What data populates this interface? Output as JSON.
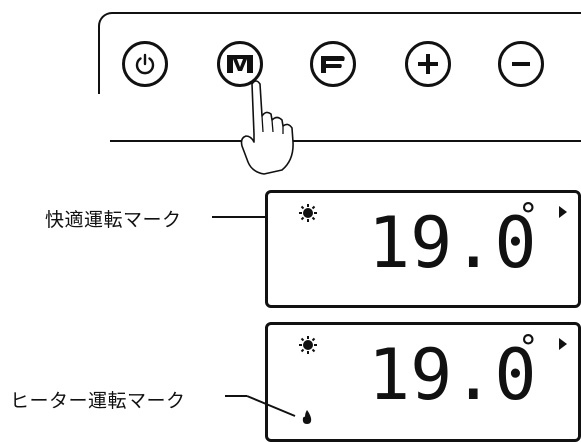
{
  "control_panel": {
    "buttons": [
      {
        "name": "power-button",
        "icon": "power-icon"
      },
      {
        "name": "mode-button",
        "icon": "m-icon"
      },
      {
        "name": "fan-button",
        "icon": "fan-icon"
      },
      {
        "name": "plus-button",
        "icon": "plus-icon"
      },
      {
        "name": "minus-button",
        "icon": "minus-icon"
      }
    ],
    "pointer": "hand-pointer-icon"
  },
  "display1": {
    "callout": "快適運転マーク",
    "temperature": "19.0",
    "degree": "°",
    "icons": [
      "comfort-mode-icon",
      "arrow-right-icon"
    ]
  },
  "display2": {
    "callout": "ヒーター運転マーク",
    "temperature": "19.0",
    "degree": "°",
    "icons": [
      "comfort-mode-icon",
      "heater-flame-icon",
      "arrow-right-icon"
    ]
  }
}
